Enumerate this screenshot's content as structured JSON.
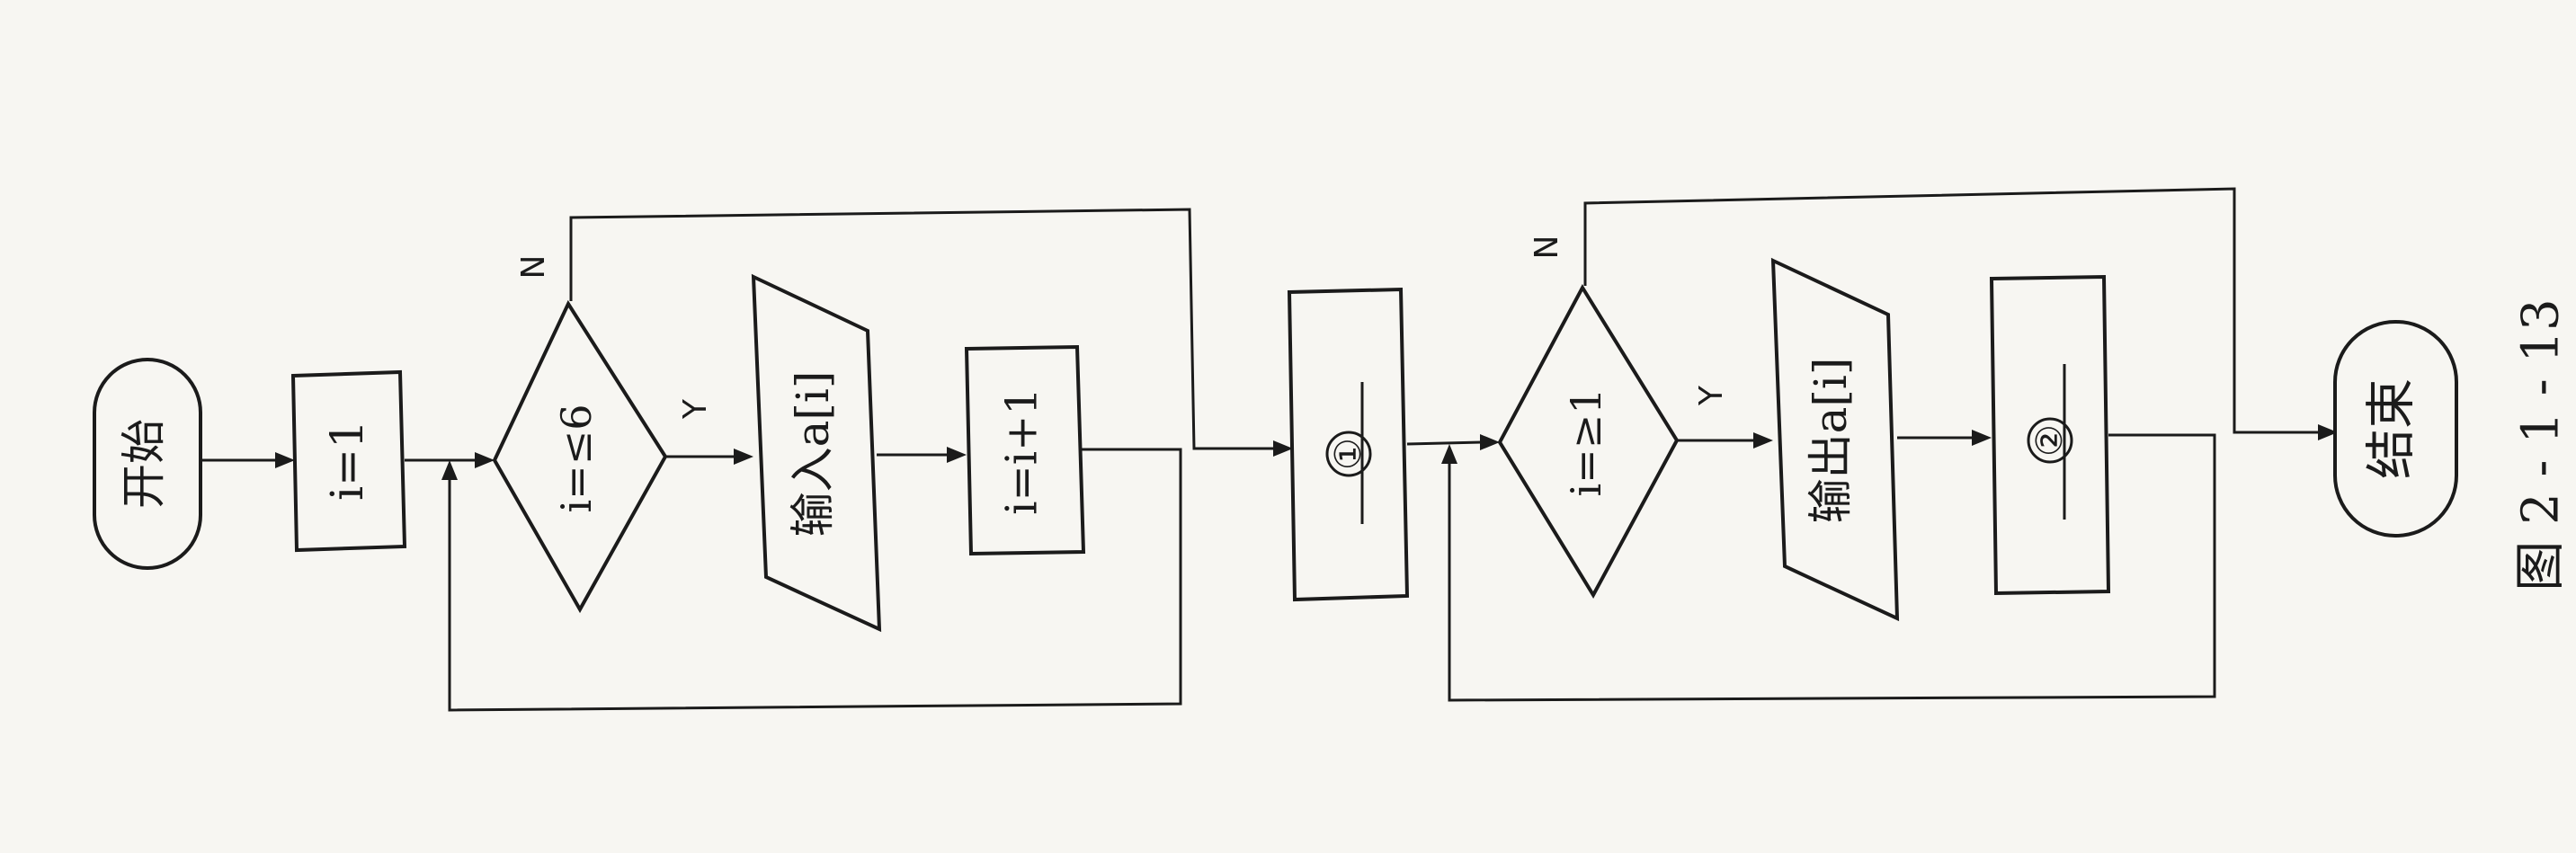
{
  "flowchart": {
    "start": "开始",
    "init": "i=1",
    "cond1": "i=≤6",
    "input": "输入a[i]",
    "incr": "i=i+1",
    "blank1": "①",
    "cond2": "i=≥1",
    "output": "输出a[i]",
    "blank2": "②",
    "end": "结束",
    "yes_label": "Y",
    "no_label": "N"
  },
  "caption": "图 2 - 1 - 13"
}
